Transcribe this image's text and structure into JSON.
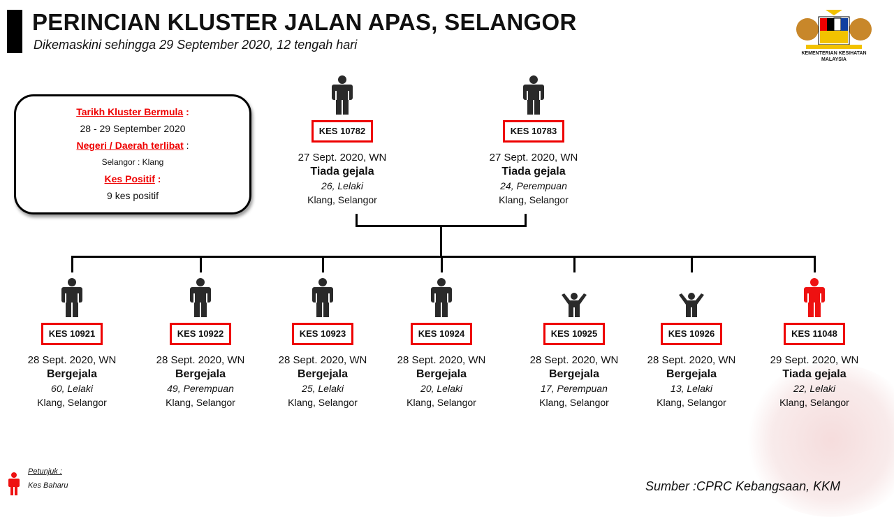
{
  "header": {
    "title": "PERINCIAN KLUSTER JALAN APAS, SELANGOR",
    "subtitle": "Dikemaskini sehingga 29 September 2020, 12 tengah hari"
  },
  "logo": {
    "text1": "KEMENTERIAN KESIHATAN",
    "text2": "MALAYSIA"
  },
  "info": {
    "start_label": "Tarikh Kluster Bermula",
    "start_value": "28 - 29 September 2020",
    "area_label": "Negeri / Daerah terlibat",
    "area_value": "Selangor : Klang",
    "positive_label": "Kes Positif",
    "positive_value": "9 kes positif",
    "colon": ":"
  },
  "colors": {
    "accent": "#e00000",
    "new_case": "#ee1111",
    "existing": "#2a2a2a"
  },
  "top_cases": [
    {
      "id": "KES 10782",
      "date": "27 Sept. 2020, WN",
      "status": "Tiada gejala",
      "age": "26, Lelaki",
      "loc": "Klang, Selangor",
      "icon": "adult",
      "new": false
    },
    {
      "id": "KES 10783",
      "date": "27 Sept. 2020, WN",
      "status": "Tiada gejala",
      "age": "24, Perempuan",
      "loc": "Klang, Selangor",
      "icon": "adult",
      "new": false
    }
  ],
  "bottom_cases": [
    {
      "id": "KES 10921",
      "date": "28 Sept. 2020, WN",
      "status": "Bergejala",
      "age": "60, Lelaki",
      "loc": "Klang, Selangor",
      "icon": "adult",
      "new": false
    },
    {
      "id": "KES 10922",
      "date": "28 Sept. 2020, WN",
      "status": "Bergejala",
      "age": "49, Perempuan",
      "loc": "Klang, Selangor",
      "icon": "adult",
      "new": false
    },
    {
      "id": "KES 10923",
      "date": "28 Sept. 2020, WN",
      "status": "Bergejala",
      "age": "25, Lelaki",
      "loc": "Klang, Selangor",
      "icon": "adult",
      "new": false
    },
    {
      "id": "KES 10924",
      "date": "28 Sept. 2020, WN",
      "status": "Bergejala",
      "age": "20, Lelaki",
      "loc": "Klang, Selangor",
      "icon": "adult",
      "new": false
    },
    {
      "id": "KES 10925",
      "date": "28 Sept. 2020, WN",
      "status": "Bergejala",
      "age": "17, Perempuan",
      "loc": "Klang, Selangor",
      "icon": "child",
      "new": false
    },
    {
      "id": "KES 10926",
      "date": "28 Sept. 2020, WN",
      "status": "Bergejala",
      "age": "13, Lelaki",
      "loc": "Klang, Selangor",
      "icon": "child",
      "new": false
    },
    {
      "id": "KES 11048",
      "date": "29 Sept. 2020, WN",
      "status": "Tiada gejala",
      "age": "22, Lelaki",
      "loc": "Klang, Selangor",
      "icon": "adult",
      "new": true
    }
  ],
  "legend": {
    "title": "Petunjuk :",
    "new_case": "Kes Baharu"
  },
  "source": "Sumber :CPRC Kebangsaan,  KKM"
}
